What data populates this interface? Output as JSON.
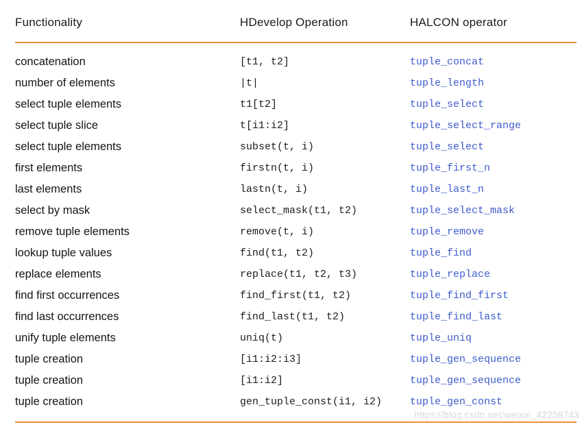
{
  "table": {
    "columns": [
      "Functionality",
      "HDevelop Operation",
      "HALCON operator"
    ],
    "rows": [
      {
        "functionality": "concatenation",
        "operation": "[t1, t2]",
        "operator": "tuple_concat"
      },
      {
        "functionality": "number of elements",
        "operation": "|t|",
        "operator": "tuple_length"
      },
      {
        "functionality": "select tuple elements",
        "operation": "t1[t2]",
        "operator": "tuple_select"
      },
      {
        "functionality": "select tuple slice",
        "operation": "t[i1:i2]",
        "operator": "tuple_select_range"
      },
      {
        "functionality": "select tuple elements",
        "operation": "subset(t, i)",
        "operator": "tuple_select"
      },
      {
        "functionality": "first elements",
        "operation": "firstn(t, i)",
        "operator": "tuple_first_n"
      },
      {
        "functionality": "last elements",
        "operation": "lastn(t, i)",
        "operator": "tuple_last_n"
      },
      {
        "functionality": "select by mask",
        "operation": "select_mask(t1, t2)",
        "operator": "tuple_select_mask"
      },
      {
        "functionality": "remove tuple elements",
        "operation": "remove(t, i)",
        "operator": "tuple_remove"
      },
      {
        "functionality": "lookup tuple values",
        "operation": "find(t1, t2)",
        "operator": "tuple_find"
      },
      {
        "functionality": "replace elements",
        "operation": "replace(t1, t2, t3)",
        "operator": "tuple_replace"
      },
      {
        "functionality": "find first occurrences",
        "operation": "find_first(t1, t2)",
        "operator": "tuple_find_first"
      },
      {
        "functionality": "find last occurrences",
        "operation": "find_last(t1, t2)",
        "operator": "tuple_find_last"
      },
      {
        "functionality": "unify tuple elements",
        "operation": "uniq(t)",
        "operator": "tuple_uniq"
      },
      {
        "functionality": "tuple creation",
        "operation": "[i1:i2:i3]",
        "operator": "tuple_gen_sequence"
      },
      {
        "functionality": "tuple creation",
        "operation": "[i1:i2]",
        "operator": "tuple_gen_sequence"
      },
      {
        "functionality": "tuple creation",
        "operation": "gen_tuple_const(i1, i2)",
        "operator": "tuple_gen_const"
      }
    ]
  },
  "watermark": "https://blog.csdn.net/weixin_42258743",
  "colors": {
    "rule_orange": "#E8923C",
    "operator_link": "#3D5BCC"
  }
}
